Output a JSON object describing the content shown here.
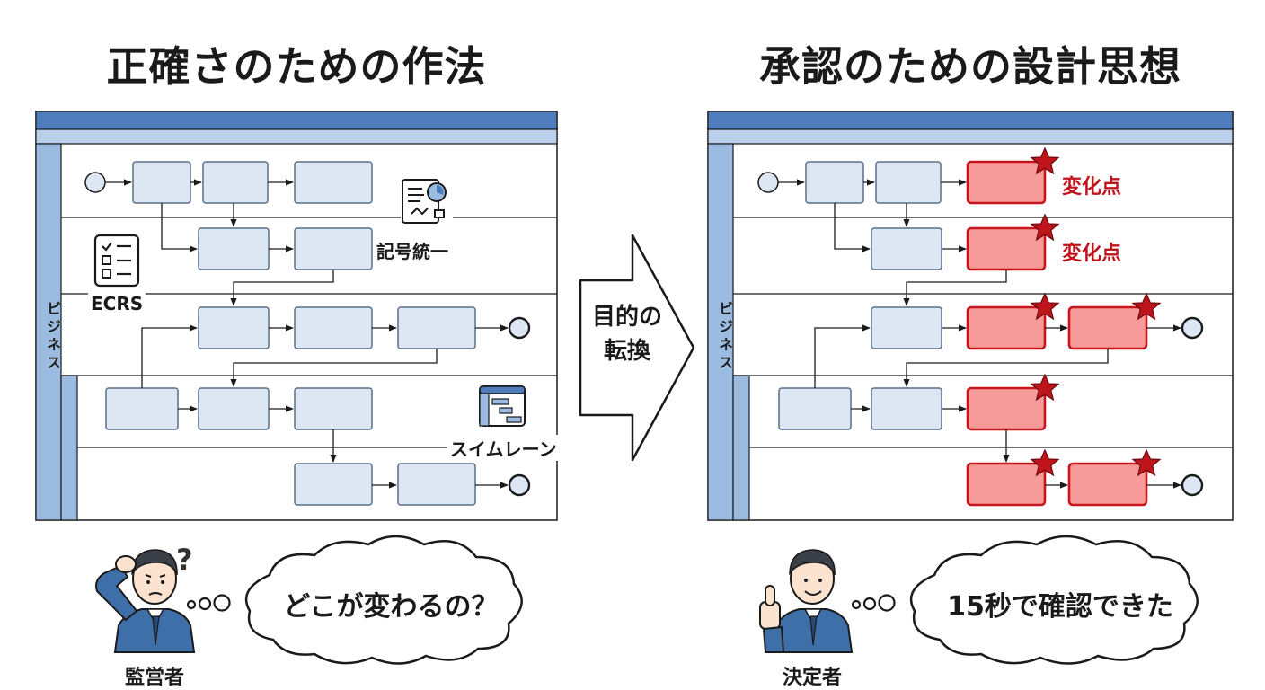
{
  "left_panel": {
    "title": "正確さのための作法",
    "lane_label": "ビジネス",
    "annotations": {
      "ecrs": "ECRS",
      "symbols": "記号統一",
      "swimlane": "スイムレーン"
    }
  },
  "right_panel": {
    "title": "承認のための設計思想",
    "lane_label": "ビジネス",
    "change_labels": [
      "変化点",
      "変化点"
    ]
  },
  "center_arrow": {
    "line1": "目的の",
    "line2": "転換"
  },
  "left_person": {
    "label": "監営者",
    "thought": "どこが変わるの？",
    "mark": "?"
  },
  "right_person": {
    "label": "決定者",
    "thought": "15秒で確認できた"
  },
  "colors": {
    "header_blue": "#4f7dbb",
    "lane_blue": "#9bbce0",
    "box_fill": "#dde7f3",
    "box_stroke": "#5a6f8a",
    "changed_fill": "#f79a9a",
    "changed_stroke": "#c8141c",
    "star": "#c0141c",
    "suit": "#3f6fa8"
  }
}
